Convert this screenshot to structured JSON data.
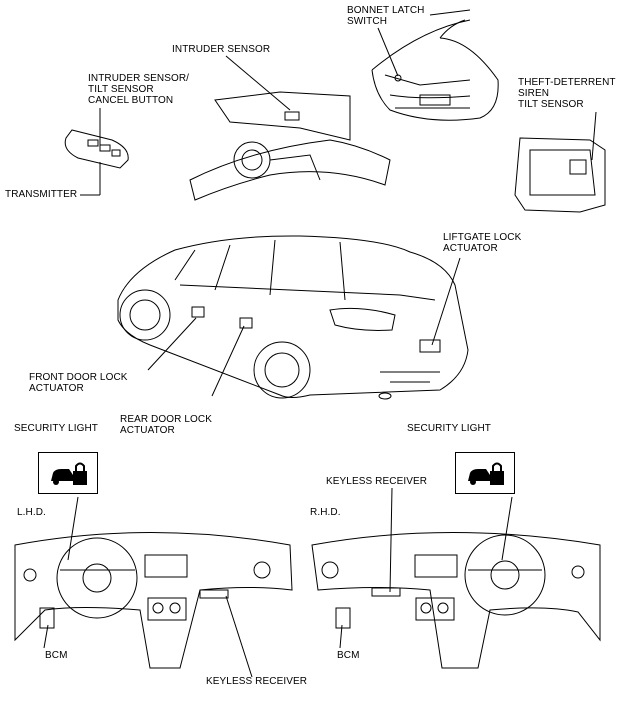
{
  "labels": {
    "bonnet_latch_switch": "BONNET LATCH\nSWITCH",
    "intruder_sensor": "INTRUDER SENSOR",
    "intruder_cancel_button": "INTRUDER SENSOR/\nTILT SENSOR\nCANCEL BUTTON",
    "theft_siren": "THEFT-DETERRENT\nSIREN\nTILT SENSOR",
    "transmitter": "TRANSMITTER",
    "liftgate_lock_actuator": "LIFTGATE LOCK\nACTUATOR",
    "front_door_lock_actuator": "FRONT DOOR LOCK\nACTUATOR",
    "rear_door_lock_actuator": "REAR DOOR LOCK\nACTUATOR",
    "security_light_left": "SECURITY LIGHT",
    "security_light_right": "SECURITY LIGHT",
    "keyless_receiver_top": "KEYLESS RECEIVER",
    "keyless_receiver_bottom": "KEYLESS RECEIVER",
    "lhd": "L.H.D.",
    "rhd": "R.H.D.",
    "bcm_left": "BCM",
    "bcm_right": "BCM"
  },
  "icons": {
    "security_light": "car-padlock-icon"
  }
}
